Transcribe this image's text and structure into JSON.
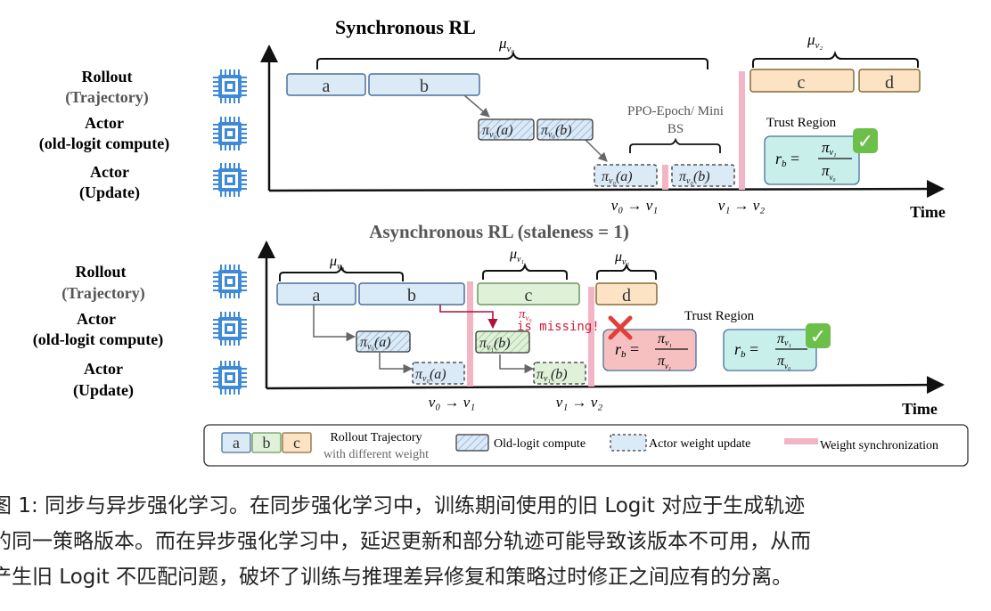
{
  "sync": {
    "title": "Synchronous RL",
    "mu_top": "μ",
    "mu_top_sub": "v₀",
    "mu_right": "μ",
    "mu_right_sub": "v₂",
    "rows": [
      {
        "line1": "Rollout",
        "line2": "(Trajectory)"
      },
      {
        "line1": "Actor",
        "line2": "(old-logit compute)"
      },
      {
        "line1": "Actor",
        "line2": "(Update)"
      }
    ],
    "rollout_boxes": [
      "a",
      "b",
      "c",
      "d"
    ],
    "oldlogit_boxes": [
      "π",
      "(a)",
      "π",
      "(b)"
    ],
    "update_boxes": [
      "π",
      "(a)",
      "π",
      "(b)"
    ],
    "sub_v0": "v₀",
    "ppo_label_1": "PPO-Epoch/ Mini",
    "ppo_label_2": "BS",
    "trust_region": "Trust Region",
    "ratio_lhs": "r",
    "ratio_lhs_sub": "b",
    "ratio_num": "π",
    "ratio_num_sub": "v₁",
    "ratio_den": "π",
    "ratio_den_sub": "v₀",
    "check": "✓",
    "transition_1": "v₀ → v₁",
    "transition_2": "v₁ → v₂",
    "time_label": "Time"
  },
  "async": {
    "title": "Asynchronous RL (staleness = 1)",
    "mu_1": "μ",
    "mu_1_sub": "v₀",
    "mu_2": "μ",
    "mu_2_sub": "v₁",
    "mu_3": "μ",
    "mu_3_sub": "v₂",
    "rows": [
      {
        "line1": "Rollout",
        "line2": "(Trajectory)"
      },
      {
        "line1": "Actor",
        "line2": "(old-logit compute)"
      },
      {
        "line1": "Actor",
        "line2": "(Update)"
      }
    ],
    "rollout_boxes": [
      "a",
      "b",
      "c",
      "d"
    ],
    "sub_v0": "v₀",
    "sub_v1": "v₁",
    "missing_pi": "π",
    "missing_pi_sub": "v₀",
    "missing_text": "is missing!",
    "trust_region": "Trust Region",
    "ratio_bad_num_sub": "v₁",
    "ratio_bad_den_sub": "v₁",
    "ratio_good_num_sub": "v₁",
    "ratio_good_den_sub": "v₀",
    "cross": "✗",
    "check": "✓",
    "transition_1": "v₀ → v₁",
    "transition_2": "v₁ → v₂",
    "time_label": "Time"
  },
  "legend": {
    "swatches": [
      "a",
      "b",
      "c"
    ],
    "rollout_label_1": "Rollout Trajectory",
    "rollout_label_2": "with different weight",
    "oldlogit_label": "Old-logit compute",
    "update_label": "Actor weight update",
    "sync_label": "Weight synchronization"
  },
  "caption": {
    "line1": "图 1: 同步与异步强化学习。在同步强化学习中，训练期间使用的旧 Logit 对应于生成轨迹",
    "line2": "的同一策略版本。而在异步强化学习中，延迟更新和部分轨迹可能导致该版本不可用，从而",
    "line3": "产生旧 Logit 不匹配问题，破坏了训练与推理差异修复和策略过时修正之间应有的分离。"
  },
  "colors": {
    "blue_fill": "#dbeaf7",
    "blue_stroke": "#4a6f9e",
    "green_fill": "#dff1d8",
    "orange_fill": "#fbe3c4",
    "teal_fill": "#c8efe9",
    "red_fill": "#f6c0c0",
    "sync_bar": "#f2b5c6",
    "chip_blue": "#3f8ad8",
    "check_green": "#6cc04a",
    "cross_red": "#e0403a",
    "missing_red": "#d0203a"
  }
}
